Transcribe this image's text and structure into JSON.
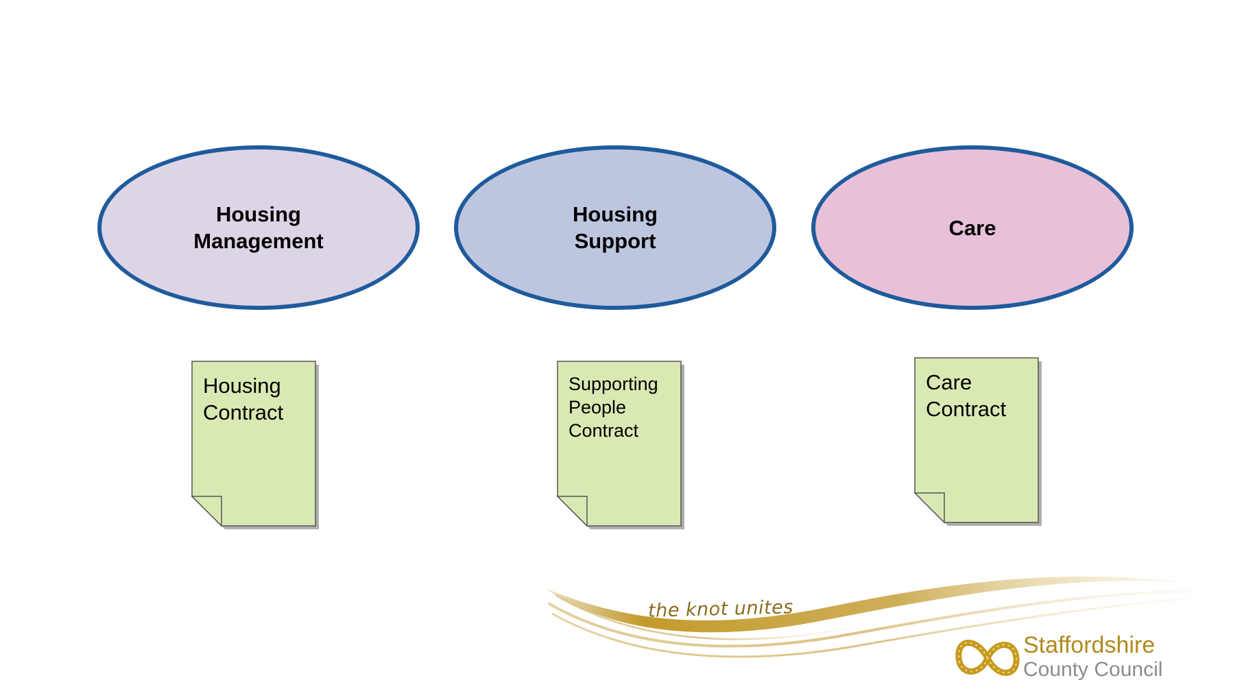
{
  "diagram": {
    "services": [
      {
        "label": "Housing\nManagement",
        "fill": "#ddd5e6"
      },
      {
        "label": "Housing\nSupport",
        "fill": "#bec6df"
      },
      {
        "label": "Care",
        "fill": "#e8c1d9"
      }
    ],
    "contracts": [
      {
        "label": "Housing\nContract"
      },
      {
        "label": "Supporting\nPeople\nContract"
      },
      {
        "label": "Care\nContract"
      }
    ],
    "colors": {
      "ellipse_border": "#1f5b9c",
      "document_fill": "#d9e9b3",
      "document_border": "#555555",
      "brand_gold": "#b08a1d",
      "brand_grey": "#8b8b8b"
    }
  },
  "branding": {
    "tagline": "the knot unites",
    "org_name": "Staffordshire",
    "org_sub": "County Council",
    "logo_icon": "staffordshire-knot-icon"
  }
}
